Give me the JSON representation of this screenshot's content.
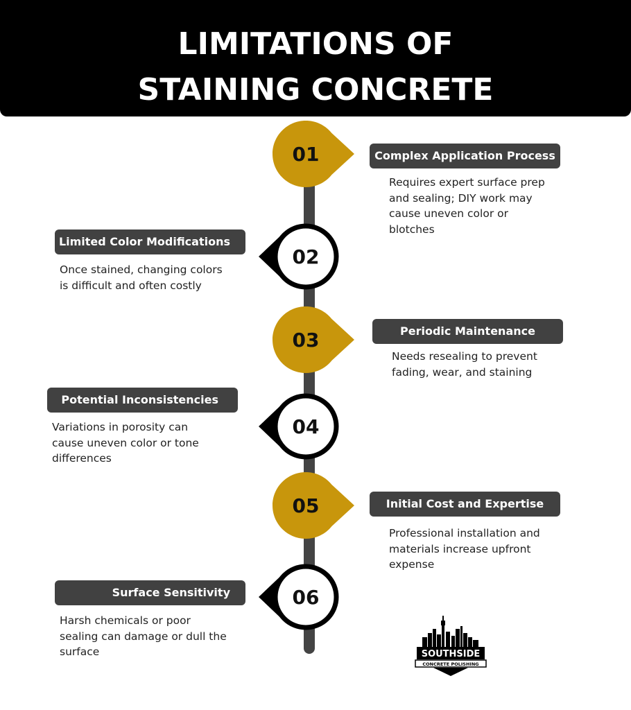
{
  "title": {
    "line1": "LIMITATIONS OF",
    "line2": "STAINING CONCRETE"
  },
  "colors": {
    "header_bg": "#000000",
    "gold": "#C8960C",
    "label_bg": "#414141",
    "spine": "#444444"
  },
  "items": [
    {
      "number": "01",
      "style": "gold",
      "side": "right",
      "heading": "Complex Application Process",
      "description_lines": [
        "Requires expert surface prep",
        "and sealing; DIY work may",
        "cause uneven color or",
        "blotches"
      ]
    },
    {
      "number": "02",
      "style": "outline",
      "side": "left",
      "heading": "Limited Color Modifications",
      "description_lines": [
        "Once stained, changing colors",
        "is difficult and often costly"
      ]
    },
    {
      "number": "03",
      "style": "gold",
      "side": "right",
      "heading": "Periodic Maintenance",
      "description_lines": [
        "Needs resealing to prevent",
        "fading, wear, and staining"
      ]
    },
    {
      "number": "04",
      "style": "outline",
      "side": "left",
      "heading": "Potential Inconsistencies",
      "description_lines": [
        "Variations in porosity can",
        "cause uneven color or tone",
        "differences"
      ]
    },
    {
      "number": "05",
      "style": "gold",
      "side": "right",
      "heading": "Initial Cost and Expertise",
      "description_lines": [
        "Professional installation and",
        "materials increase upfront",
        "expense"
      ]
    },
    {
      "number": "06",
      "style": "outline",
      "side": "left",
      "heading": "Surface Sensitivity",
      "description_lines": [
        "Harsh chemicals or poor",
        "sealing can damage or dull the",
        "surface"
      ]
    }
  ],
  "logo": {
    "line1": "SOUTHSIDE",
    "line2": "CONCRETE POLISHING"
  }
}
